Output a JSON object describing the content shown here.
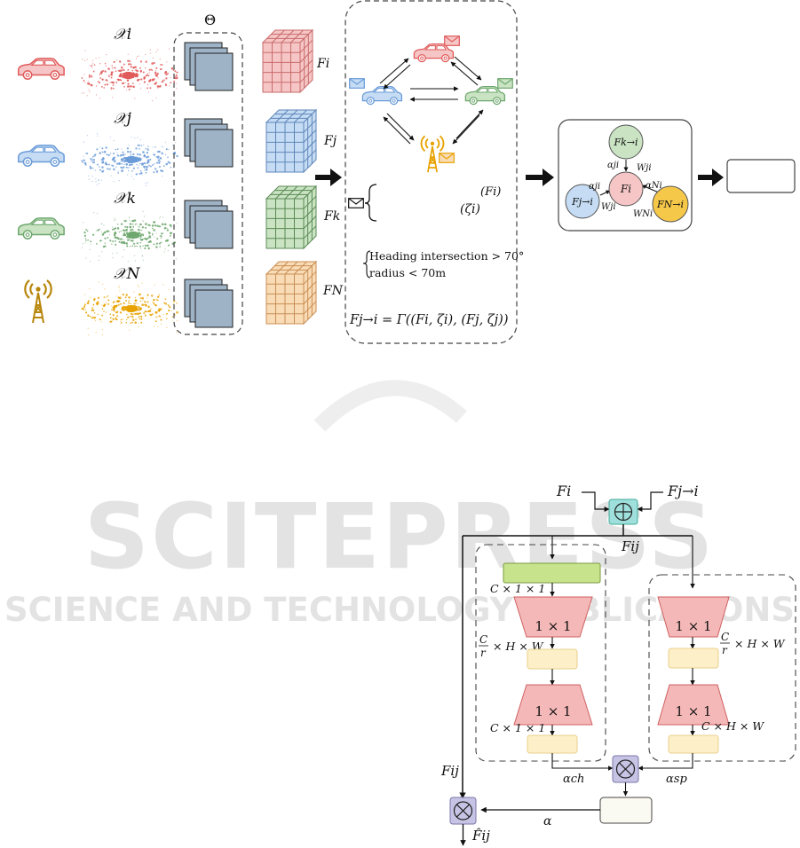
{
  "colors": {
    "red": "#e05a5a",
    "red_light": "#f6c6c6",
    "blue": "#6a9bd8",
    "blue_light": "#c5dcf4",
    "green": "#6fa86f",
    "green_light": "#c9e3c3",
    "orange": "#e8a200",
    "orange_light": "#f9dcb6",
    "feature_gray": "#9fb3c6",
    "lime": "#c7e48d",
    "pale_yellow": "#fdf0c8",
    "add_teal": "#9fe0dc",
    "mul_purple": "#c6c3e4",
    "watermark": "#e3e3e3"
  },
  "top": {
    "agents": [
      {
        "point_label": "𝒳i",
        "color": "red",
        "feature_label": "Fi"
      },
      {
        "point_label": "𝒳j",
        "color": "blue",
        "feature_label": "Fj"
      },
      {
        "point_label": "𝒳k",
        "color": "green",
        "feature_label": "Fk"
      },
      {
        "point_label": "𝒳N",
        "color": "orange",
        "feature_label": "FN"
      }
    ],
    "encoder_label": "Θ",
    "message_pair_right": "(Fi)",
    "message_pair_left": "(ζi)",
    "condition_line1": "Heading intersection > 70°",
    "condition_line2": "radius < 70m",
    "fusion_formula": "Fj→i = Γ((Fi, ζi), (Fj, ζj))",
    "graph": {
      "center": "Fi",
      "top": "Fk→i",
      "left": "Fj→i",
      "right": "FN→i",
      "edge_top_alpha": "αji",
      "edge_top_w": "Wji",
      "edge_left_alpha": "αji",
      "edge_left_w": "Wji",
      "edge_right_alpha": "αNi",
      "edge_right_w": "WNi"
    }
  },
  "bottom": {
    "input_left": "Fi",
    "input_right": "Fj→i",
    "sum_output": "Fij",
    "skip_label": "Fij",
    "channel": {
      "shape1": "C × 1 × 1",
      "conv1": "1 × 1",
      "shape2_num": "C",
      "shape2_den": "r",
      "shape2_rest": "× H × W",
      "conv2": "1 × 1",
      "shape3": "C × 1 × 1",
      "weight": "αch"
    },
    "spatial": {
      "conv1": "1 × 1",
      "shape1_num": "C",
      "shape1_den": "r",
      "shape1_rest": "× H × W",
      "conv2": "1 × 1",
      "shape2": "C × H × W",
      "weight": "αsp"
    },
    "alpha": "α",
    "output": "F̂ij"
  },
  "watermark": {
    "line1": "SCITEPRESS",
    "line2": "SCIENCE AND TECHNOLOGY PUBLICATIONS"
  }
}
